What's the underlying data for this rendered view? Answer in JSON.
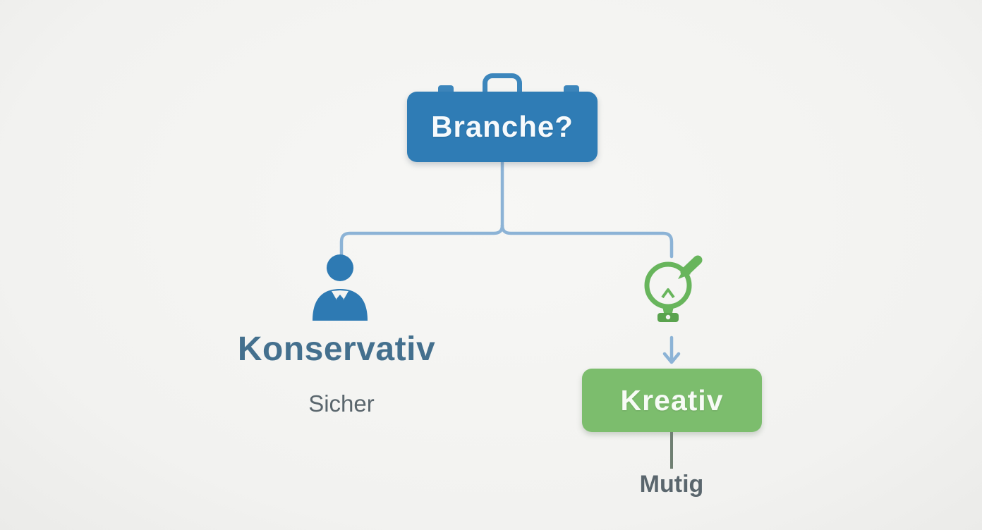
{
  "diagram": {
    "title_node": {
      "label": "Branche?",
      "shape": "briefcase",
      "color": "#2f7cb5"
    },
    "connector_color": "#8cb3d6",
    "left_branch": {
      "icon": "businessman-icon",
      "icon_color": "#2e7ab3",
      "label": "Konservativ",
      "label_color": "#44708e",
      "sublabel": "Sicher",
      "sublabel_color": "#5a666d"
    },
    "right_branch": {
      "icon": "lightbulb-pencil-icon",
      "icon_color": "#68b55c",
      "arrow_icon": "arrow-down-icon",
      "node_label": "Kreativ",
      "node_color": "#7cbd6d",
      "sublabel": "Mutig",
      "sublabel_color": "#5a666d"
    }
  }
}
